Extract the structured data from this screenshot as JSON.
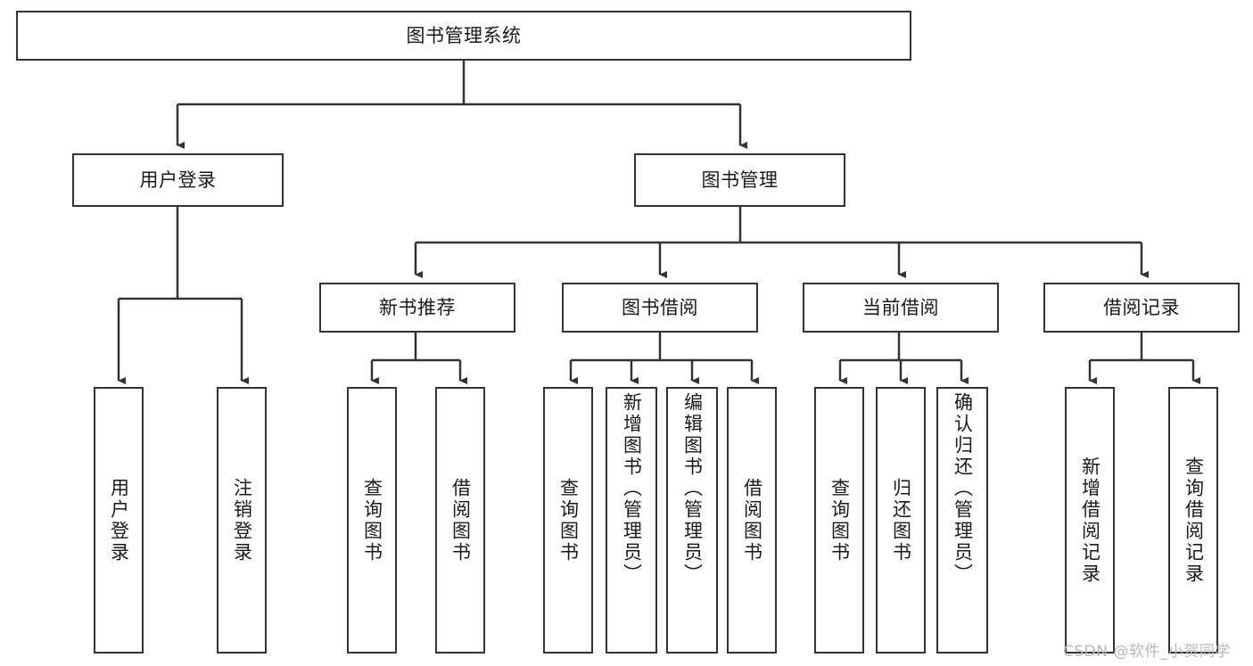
{
  "diagram": {
    "title": "图书管理系统",
    "type": "tree-hierarchy",
    "watermark": "CSDN @软件_小贺同学",
    "colors": {
      "box_border": "#333333",
      "box_fill": "#ffffff",
      "connector": "#333333",
      "text": "#1a1a1a",
      "watermark": "#b8b8b8"
    },
    "root": {
      "id": "root",
      "label": "图书管理系统"
    },
    "level2": [
      {
        "id": "user-login",
        "label": "用户登录"
      },
      {
        "id": "book-manage",
        "label": "图书管理"
      }
    ],
    "level3": [
      {
        "id": "new-book-recommend",
        "label": "新书推荐",
        "parent": "book-manage"
      },
      {
        "id": "book-borrow",
        "label": "图书借阅",
        "parent": "book-manage"
      },
      {
        "id": "current-borrow",
        "label": "当前借阅",
        "parent": "book-manage"
      },
      {
        "id": "borrow-record",
        "label": "借阅记录",
        "parent": "book-manage"
      }
    ],
    "leaves": [
      {
        "id": "leaf-user-login",
        "label": "用户登录",
        "parent": "user-login"
      },
      {
        "id": "leaf-logout",
        "label": "注销登录",
        "parent": "user-login"
      },
      {
        "id": "leaf-query-book-1",
        "label": "查询图书",
        "parent": "new-book-recommend"
      },
      {
        "id": "leaf-borrow-book-1",
        "label": "借阅图书",
        "parent": "new-book-recommend"
      },
      {
        "id": "leaf-query-book-2",
        "label": "查询图书",
        "parent": "book-borrow"
      },
      {
        "id": "leaf-add-book",
        "label": "新增图书（管理员）",
        "parent": "book-borrow"
      },
      {
        "id": "leaf-edit-book",
        "label": "编辑图书（管理员）",
        "parent": "book-borrow"
      },
      {
        "id": "leaf-borrow-book-2",
        "label": "借阅图书",
        "parent": "book-borrow"
      },
      {
        "id": "leaf-query-book-3",
        "label": "查询图书",
        "parent": "current-borrow"
      },
      {
        "id": "leaf-return-book",
        "label": "归还图书",
        "parent": "current-borrow"
      },
      {
        "id": "leaf-confirm-return",
        "label": "确认归还（管理员）",
        "parent": "current-borrow"
      },
      {
        "id": "leaf-add-record",
        "label": "新增借阅记录",
        "parent": "borrow-record"
      },
      {
        "id": "leaf-query-record",
        "label": "查询借阅记录",
        "parent": "borrow-record"
      }
    ]
  }
}
